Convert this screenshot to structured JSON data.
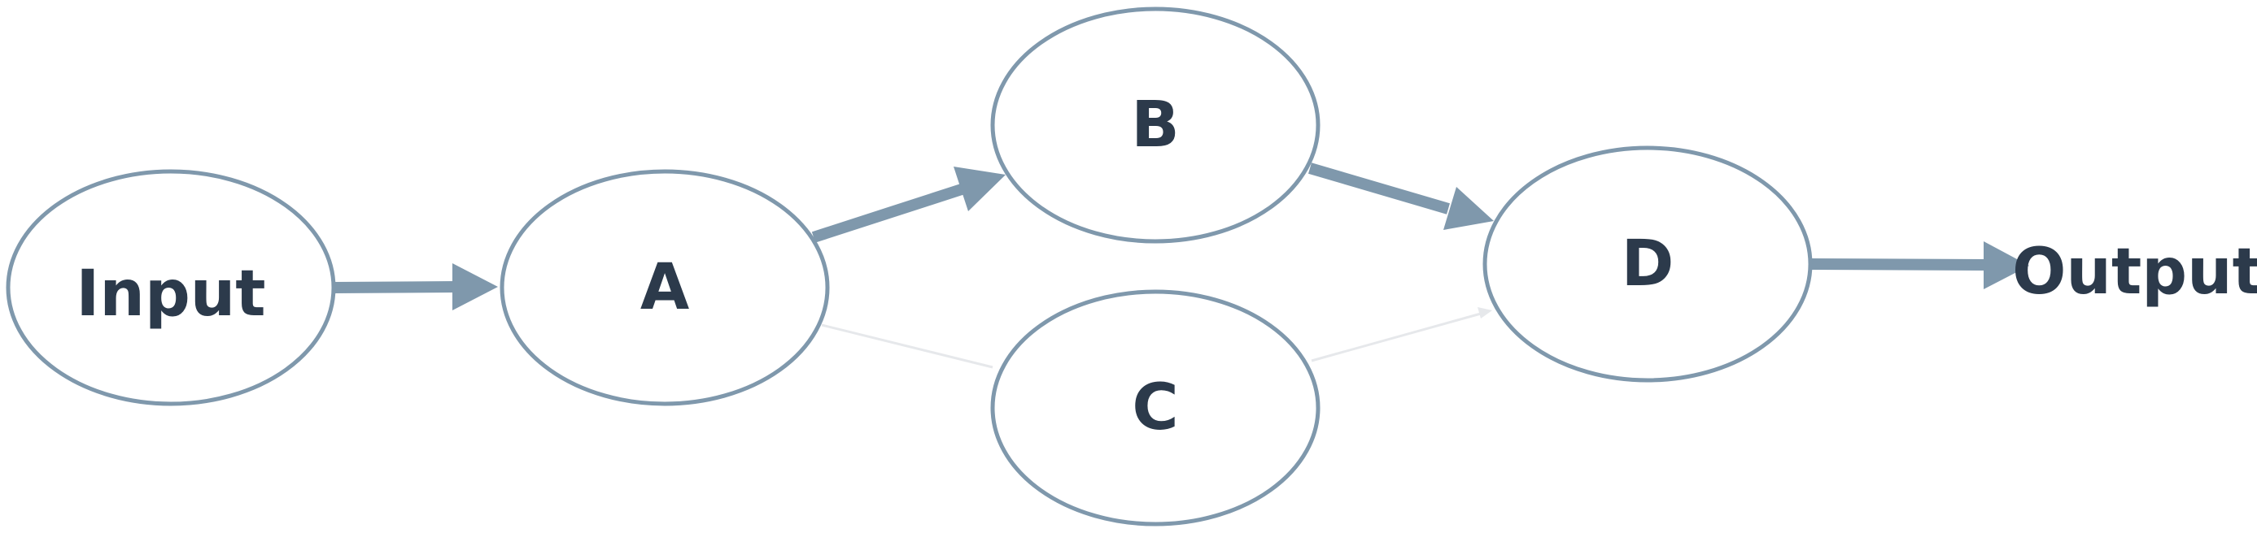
{
  "diagram": {
    "nodes": {
      "input": {
        "label": "Input"
      },
      "a": {
        "label": "A"
      },
      "b": {
        "label": "B"
      },
      "c": {
        "label": "C"
      },
      "d": {
        "label": "D"
      },
      "output": {
        "label": "Output"
      }
    },
    "edges": [
      {
        "from": "input",
        "to": "a",
        "emphasis": "strong"
      },
      {
        "from": "a",
        "to": "b",
        "emphasis": "strong"
      },
      {
        "from": "a",
        "to": "c",
        "emphasis": "weak"
      },
      {
        "from": "b",
        "to": "d",
        "emphasis": "strong"
      },
      {
        "from": "c",
        "to": "d",
        "emphasis": "weak"
      },
      {
        "from": "d",
        "to": "output",
        "emphasis": "strong"
      }
    ],
    "colors": {
      "node_stroke": "#7f98ac",
      "strong_edge": "#7f98ac",
      "weak_edge": "#e6e8eb",
      "label": "#2c3a4b"
    }
  }
}
